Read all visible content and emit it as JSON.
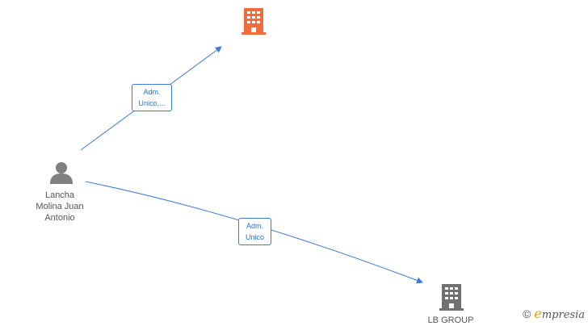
{
  "colors": {
    "edge": "#3a7bd5",
    "company_highlight": "#f26b3a",
    "company": "#707070",
    "person": "#808080"
  },
  "nodes": {
    "company_top": {
      "label": "",
      "icon": "building-icon"
    },
    "person": {
      "label_lines": [
        "Lancha",
        "Molina Juan",
        "Antonio"
      ],
      "icon": "person-icon"
    },
    "company_bottom": {
      "label": "LB GROUP",
      "icon": "building-icon"
    }
  },
  "edges": [
    {
      "from": "person",
      "to": "company_top",
      "label_lines": [
        "Adm.",
        "Unico,..."
      ]
    },
    {
      "from": "person",
      "to": "company_bottom",
      "label_lines": [
        "Adm.",
        "Unico"
      ]
    }
  ],
  "brand": {
    "copyright": "©",
    "name_first": "e",
    "name_rest": "mpresia"
  }
}
